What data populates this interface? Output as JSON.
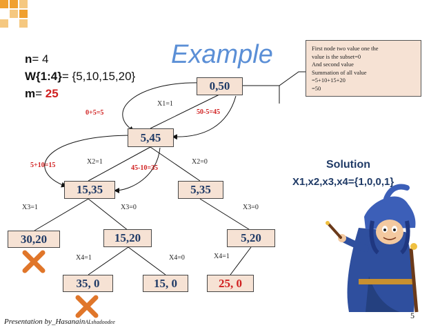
{
  "header": {
    "n_label": "n",
    "n_value": "= 4",
    "w_label": "W{1:4}",
    "w_value": "= {5,10,15,20}",
    "m_label": "m",
    "m_eq": "= ",
    "m_value": "25",
    "title": "Example"
  },
  "callout": {
    "lines": [
      "First node two value one the",
      "value is the subset=0",
      "And second value",
      "Summation of all value",
      "=5+10+15+20",
      "=50"
    ]
  },
  "tree": {
    "root": "0,50",
    "n1": "5,45",
    "n2": "15,35",
    "n3": "5,35",
    "n4": "30,20",
    "n5": "15,20",
    "n6": "5,20",
    "n7": "35, 0",
    "n8": "15, 0",
    "n9": "25, 0"
  },
  "edges": {
    "x1": "X1=1",
    "x2a": "X2=1",
    "x2b": "X2=0",
    "x3a": "X3=1",
    "x3b": "X3=0",
    "x3c": "X3=0",
    "x4a": "X4=1",
    "x4b": "X4=0",
    "x4c": "X4=1"
  },
  "calcs": {
    "c1": "0+5=5",
    "c2": "50-5=45",
    "c3": "5+10=15",
    "c4": "45-10=35"
  },
  "solution": {
    "heading": "Solution",
    "value": "X1,x2,x3,x4={1,0,0,1}"
  },
  "footer": {
    "credit_main": "Presentation by_Hasanain",
    "credit_small": "ALshadoodee",
    "page_number": "5"
  },
  "colors": {
    "accent_orange": "#f0a030",
    "node_fill": "#f6e2d4",
    "node_text": "#1f3a66",
    "red": "#d02020",
    "title_blue": "#5b8fd6"
  }
}
